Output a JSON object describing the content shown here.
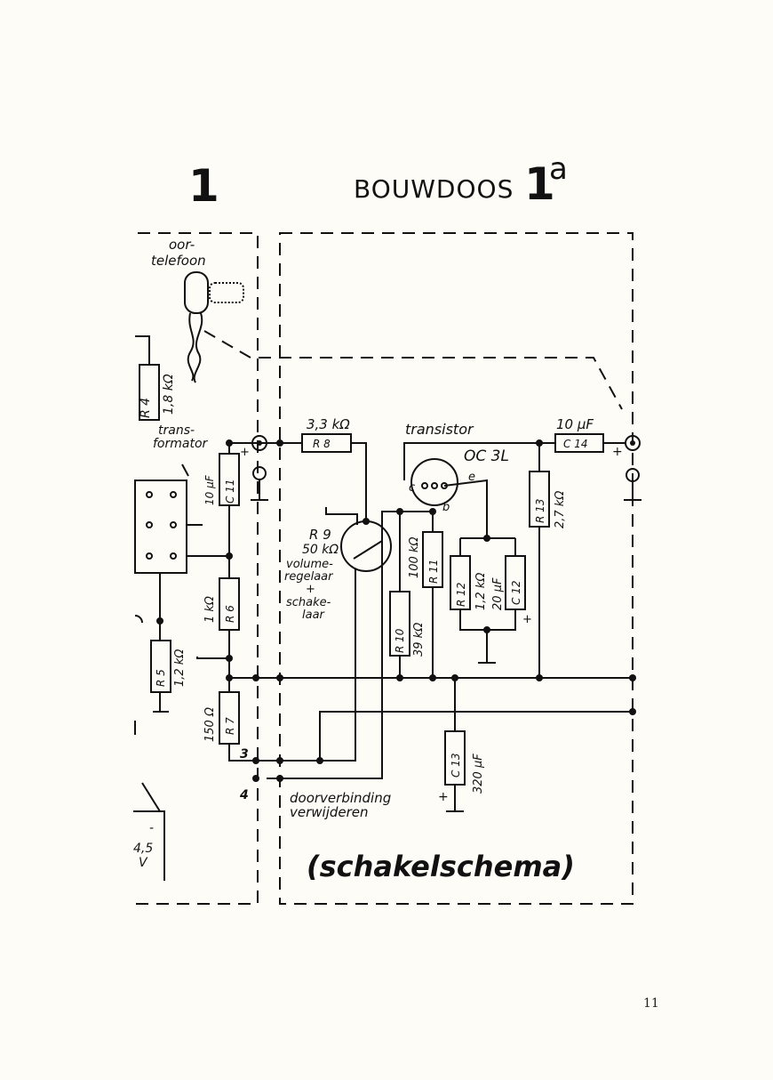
{
  "header": {
    "page_number": "1",
    "kit_title": "BOUWDOOS",
    "kit_number": "1",
    "kit_superscript": "a"
  },
  "labels": {
    "earphone_1": "oor-",
    "earphone_2": "telefoon",
    "transformer_1": "trans-",
    "transformer_2": "formator",
    "transistor": "transistor",
    "transistor_type": "OC 3L",
    "pin_c": "c",
    "pin_e": "e",
    "pin_b": "b",
    "r4_name": "R 4",
    "r4_value": "1,8 kΩ",
    "r8_value": "3,3 kΩ",
    "r8_name": "R 8",
    "c14_value": "10 μF",
    "c14_name": "C 14",
    "c11_name": "C 11",
    "c11_value": "10 μF",
    "r9_name": "R 9",
    "r9_value": "50 kΩ",
    "r9_desc_1": "volume-",
    "r9_desc_2": "regelaar",
    "r9_desc_3": "+",
    "r9_desc_4": "schake-",
    "r9_desc_5": "laar",
    "r6_value": "1 kΩ",
    "r6_name": "R 6",
    "r5_name": "R 5",
    "r5_value": "1,2 kΩ",
    "r7_value": "150 Ω",
    "r7_name": "R 7",
    "r10_name": "R 10",
    "r10_value": "39 kΩ",
    "r11_value": "100 kΩ",
    "r11_name": "R 11",
    "r12_name": "R 12",
    "r12_value": "1,2 kΩ",
    "c12_value": "20 μF",
    "c12_name": "C 12",
    "r13_name": "R 13",
    "r13_value": "2,7 kΩ",
    "c13_name": "C 13",
    "c13_value": "320 μF",
    "terminal_3": "3",
    "terminal_4": "4",
    "bridge_1": "doorverbinding",
    "bridge_2": "verwijderen",
    "battery_value": "4,5",
    "battery_unit": "V",
    "battery_minus": "-",
    "plus": "+",
    "schema_title": "(schakelschema)"
  },
  "folio": "11"
}
